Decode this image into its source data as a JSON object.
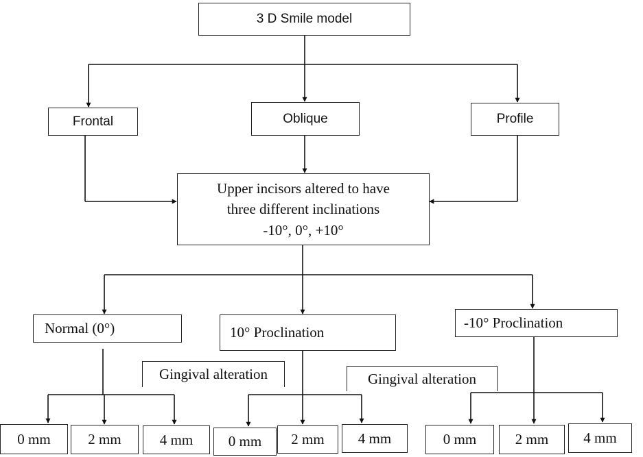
{
  "root": {
    "label": "3 D Smile model"
  },
  "views": [
    {
      "label": "Frontal"
    },
    {
      "label": "Oblique"
    },
    {
      "label": "Profile"
    }
  ],
  "center": {
    "line1": "Upper incisors altered to have",
    "line2": "three different inclinations",
    "line3": "-10°, 0°, +10°"
  },
  "inclinations": [
    {
      "label": "Normal (0°)"
    },
    {
      "label": "10° Proclination"
    },
    {
      "label": "-10° Proclination"
    }
  ],
  "gingival": [
    {
      "label": "Gingival alteration"
    },
    {
      "label": "Gingival alteration"
    }
  ],
  "measures": [
    {
      "label": "0 mm"
    },
    {
      "label": "2 mm"
    },
    {
      "label": "4 mm"
    },
    {
      "label": "0 mm"
    },
    {
      "label": "2 mm"
    },
    {
      "label": "4 mm"
    },
    {
      "label": "0 mm"
    },
    {
      "label": "2 mm"
    },
    {
      "label": "4 mm"
    }
  ]
}
